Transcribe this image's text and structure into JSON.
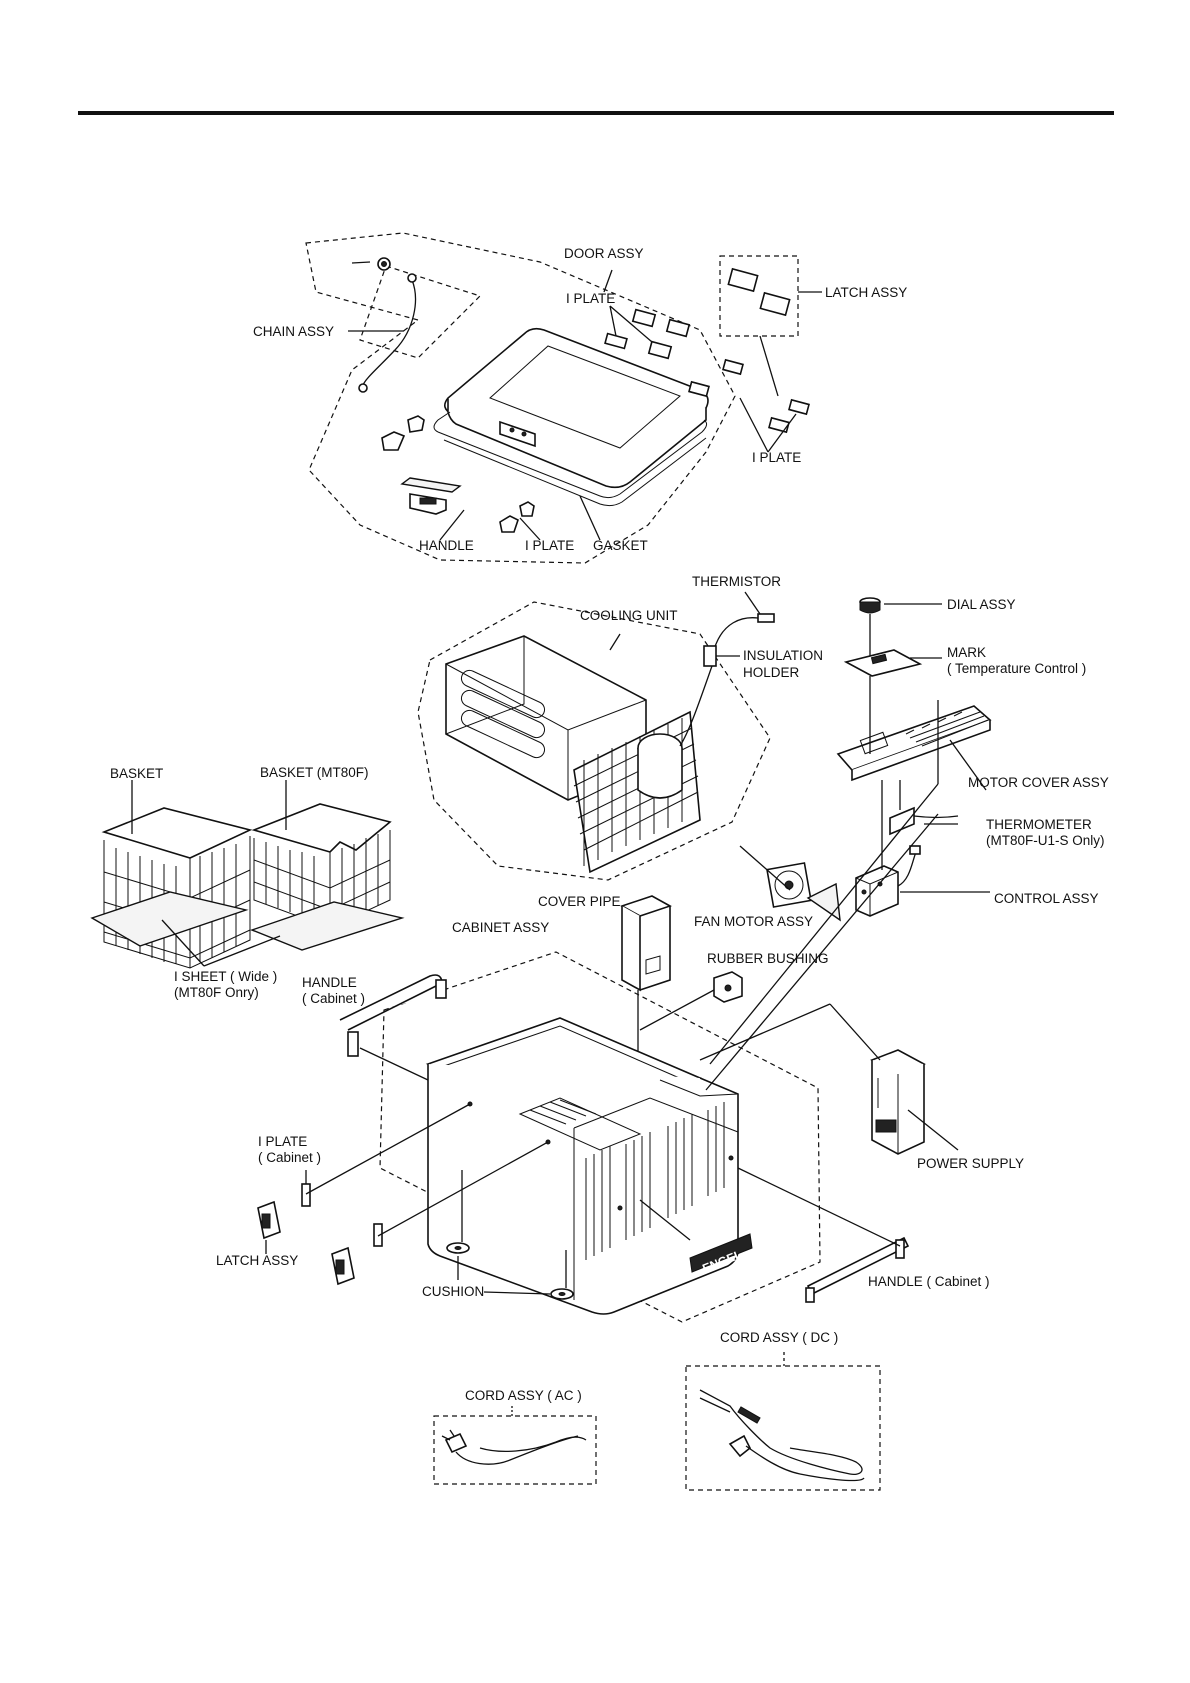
{
  "labels": {
    "door_assy": "DOOR ASSY",
    "i_plate_top": "I PLATE",
    "latch_assy_top": "LATCH ASSY",
    "chain_assy": "CHAIN ASSY",
    "i_plate_right": "I PLATE",
    "handle_door": "HANDLE",
    "i_plate_door": "I PLATE",
    "gasket": "GASKET",
    "thermistor": "THERMISTOR",
    "cooling_unit": "COOLING UNIT",
    "insulation_holder_1": "INSULATION",
    "insulation_holder_2": "HOLDER",
    "dial_assy": "DIAL ASSY",
    "mark_1": "MARK",
    "mark_2": "( Temperature Control )",
    "motor_cover_assy": "MOTOR COVER ASSY",
    "thermometer_1": "THERMOMETER",
    "thermometer_2": "(MT80F-U1-S Only)",
    "control_assy": "CONTROL ASSY",
    "basket": "BASKET",
    "basket_mt80f": "BASKET (MT80F)",
    "cover_pipe": "COVER PIPE",
    "fan_motor_assy": "FAN MOTOR ASSY",
    "cabinet_assy": "CABINET ASSY",
    "rubber_bushing": "RUBBER BUSHING",
    "i_sheet_1": "I SHEET ( Wide )",
    "i_sheet_2": "(MT80F Onry)",
    "handle_cabinet_1": "HANDLE",
    "handle_cabinet_2": "( Cabinet )",
    "i_plate_cabinet_1": "I PLATE",
    "i_plate_cabinet_2": "( Cabinet )",
    "power_supply": "POWER SUPPLY",
    "latch_assy_bottom": "LATCH ASSY",
    "cushion": "CUSHION",
    "handle_cabinet_right": "HANDLE ( Cabinet )",
    "cord_assy_dc": "CORD ASSY ( DC )",
    "cord_assy_ac": "CORD ASSY ( AC )"
  },
  "brand": "ENGEL"
}
